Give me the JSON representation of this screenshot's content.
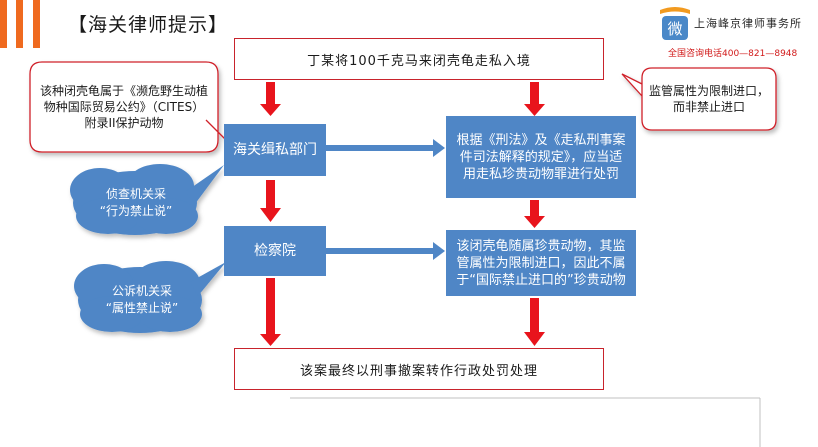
{
  "header": {
    "title": "【海关律师提示】"
  },
  "logo": {
    "mark": "微",
    "firm_name": "上海峰京律师事务所",
    "phone": "全国咨询电话400—821—8948"
  },
  "flow": {
    "top": "丁某将100千克马来闭壳龟走私入境",
    "customs": "海关缉私部门",
    "customs_action": "根据《刑法》及《走私刑事案件司法解释的规定》，应当适用走私珍贵动物罪进行处罚",
    "procuratorate": "检察院",
    "procuratorate_action": "该闭壳龟随属珍贵动物，其监管属性为限制进口，因此不属于“国际禁止进口的”珍贵动物",
    "result": "该案最终以刑事撤案转作行政处罚处理"
  },
  "callouts": {
    "cites": "该种闭壳龟属于《濒危野生动植物种国际贸易公约》（CITES）附录II保护动物",
    "supervision": "监管属性为限制进口，而非禁止进口"
  },
  "clouds": {
    "investigation": "侦查机关采\n“行为禁止说”",
    "prosecution": "公诉机关采\n“属性禁止说”"
  },
  "colors": {
    "accent_orange": "#ef6a1f",
    "box_blue": "#4f86c6",
    "arrow_red": "#e8141c",
    "border_red": "#c8232c"
  }
}
